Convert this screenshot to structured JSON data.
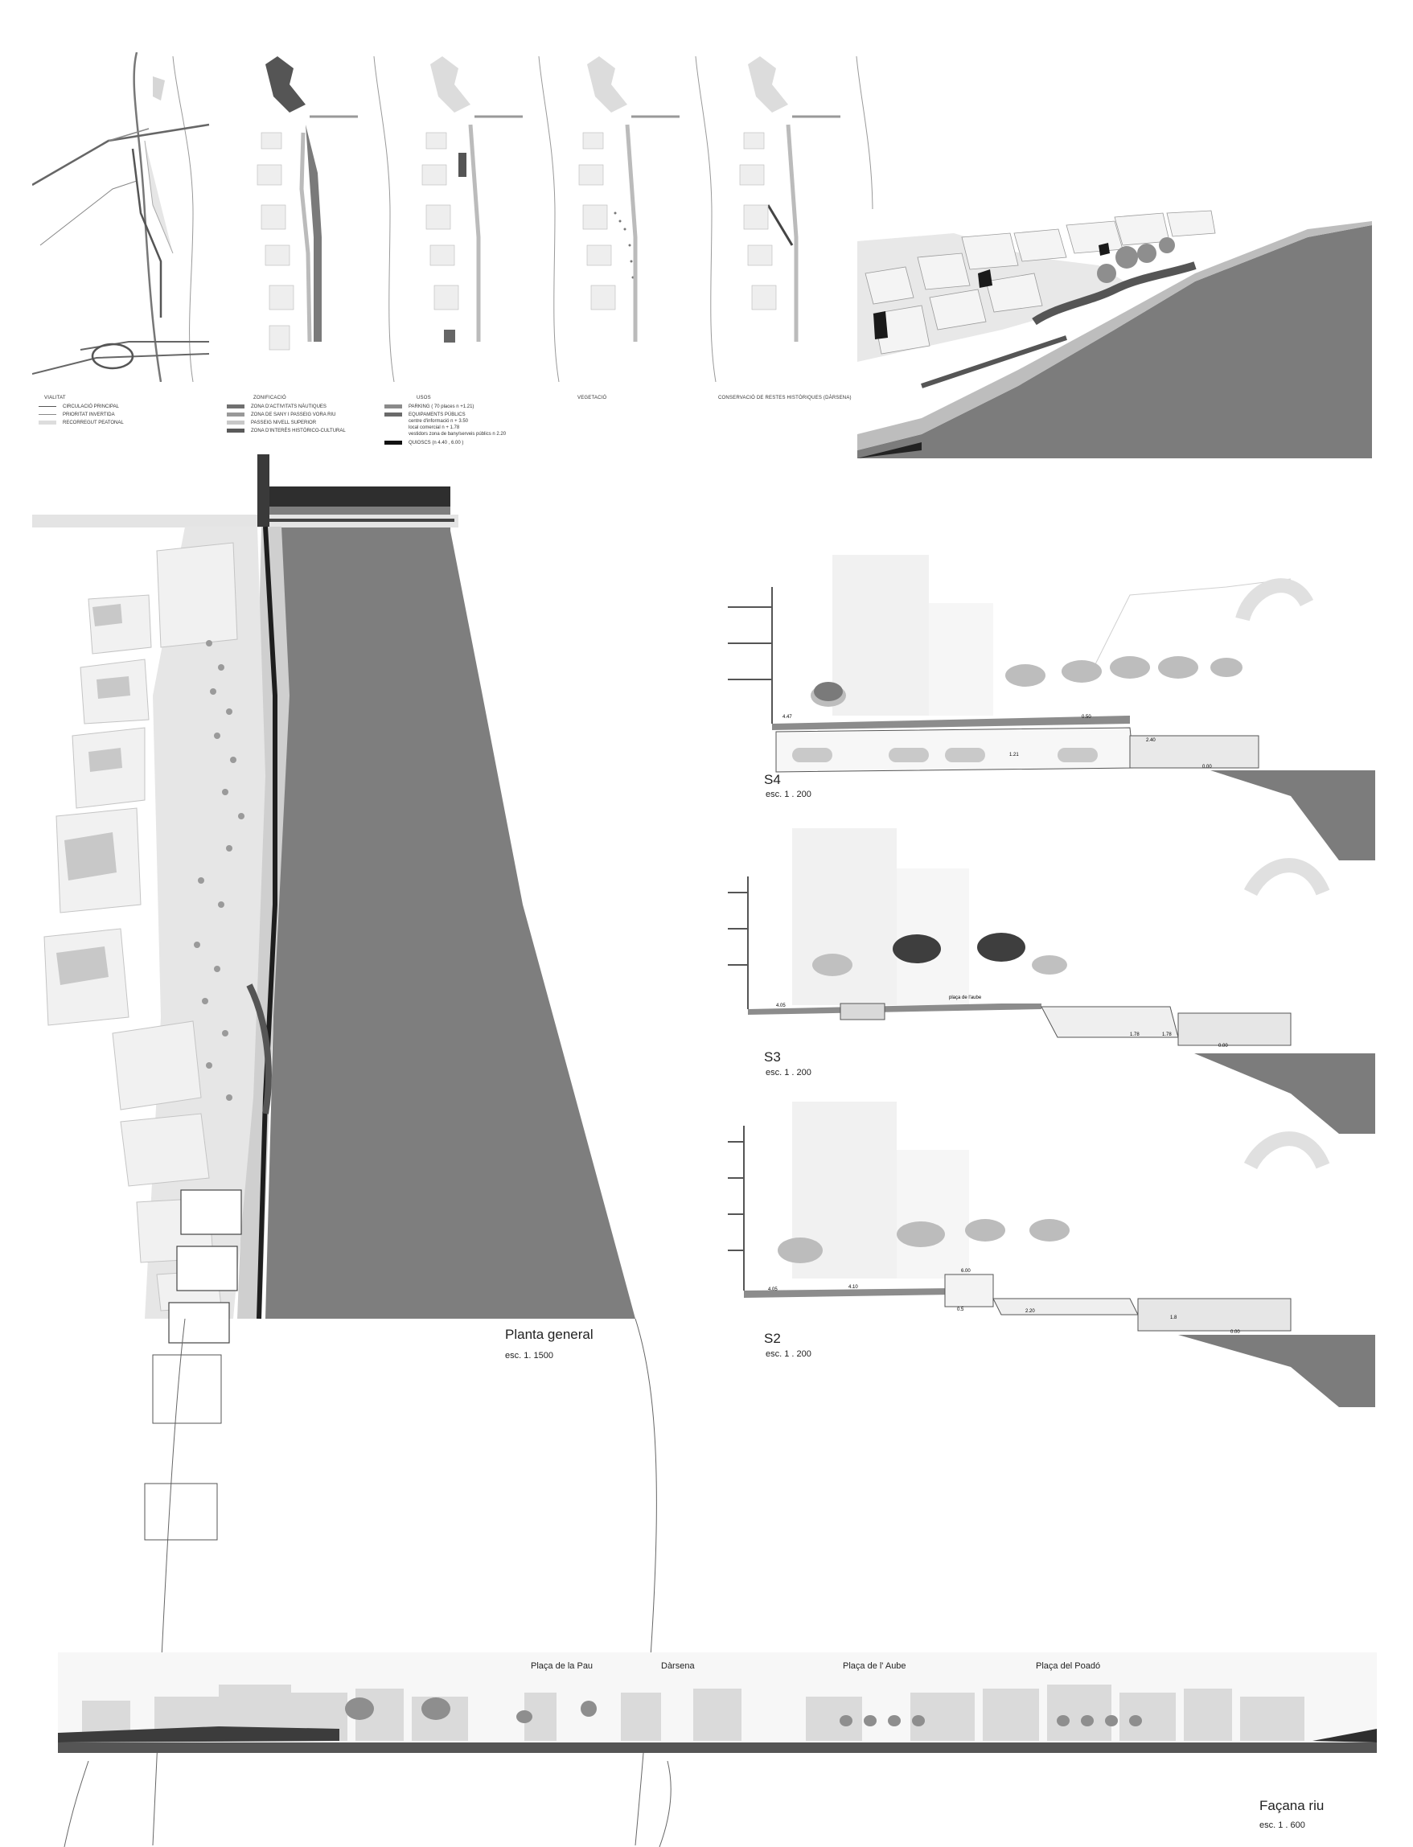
{
  "mini_maps": [
    {
      "legend_title": "VIALITAT",
      "items": [
        {
          "label": "CIRCULACIÓ PRINCIPAL",
          "color": "#555555"
        },
        {
          "label": "PRIORITAT INVERTIDA",
          "color": "#888888"
        },
        {
          "label": "RECORREGUT PEATONAL",
          "color": "#dddddd"
        }
      ]
    },
    {
      "legend_title": "ZONIFICACIÓ",
      "items": [
        {
          "label": "ZONA D'ACTIVITATS NÀUTIQUES",
          "color": "#707070"
        },
        {
          "label": "ZONA DE SANY I PASSEIG VORA RIU",
          "color": "#999999"
        },
        {
          "label": "PASSEIG NIVELL SUPERIOR",
          "color": "#c8c8c8"
        },
        {
          "label": "ZONA D'INTERÈS HISTÒRICO-CULTURAL",
          "color": "#5a5a5a"
        }
      ]
    },
    {
      "legend_title": "USOS",
      "items": [
        {
          "label": "PARKING ( 70 places  n +1.21)",
          "color": "#8a8a8a"
        },
        {
          "label": "EQUIPAMENTS  PÚBLICS",
          "color": "#6a6a6a"
        },
        {
          "label": "centre d'informació n  + 3.50",
          "color": ""
        },
        {
          "label": "local comercial n + 1.78",
          "color": ""
        },
        {
          "label": "vestidors zona de bany/serveis públics n 2.20",
          "color": ""
        },
        {
          "label": "QUIOSCS  (n 4.40 , 6.00 )",
          "color": "#111111"
        }
      ]
    },
    {
      "legend_title": "VEGETACIÓ",
      "items": []
    },
    {
      "legend_title": "CONSERVACIÓ DE RESTES HISTÒRIQUES (DÀRSENA)",
      "items": []
    }
  ],
  "plan": {
    "title": "Planta general",
    "scale": "esc. 1. 1500"
  },
  "sections": [
    {
      "title": "S4",
      "scale": "esc. 1 . 200",
      "levels": [
        "4.47",
        "1.21",
        "0.00",
        "0.50",
        "2.40"
      ]
    },
    {
      "title": "S3",
      "scale": "esc. 1 . 200",
      "levels": [
        "4.05",
        "1.78",
        "1.78",
        "0.00"
      ],
      "note": "plaça de l'aube"
    },
    {
      "title": "S2",
      "scale": "esc. 1 . 200",
      "levels": [
        "4.05",
        "4.10",
        "6.00",
        "0.5",
        "2.20",
        "1.8",
        "0.00"
      ]
    }
  ],
  "elevation": {
    "title": "Façana riu",
    "scale": "esc. 1 . 600",
    "places": [
      "Plaça de la Pau",
      "Dàrsena",
      "Plaça de l' Aube",
      "Plaça del Poadó"
    ]
  },
  "colors": {
    "river": "#7e7e7e",
    "ground": "#e0e0e0",
    "building": "#cfcfcf",
    "dark": "#2a2a2a"
  }
}
